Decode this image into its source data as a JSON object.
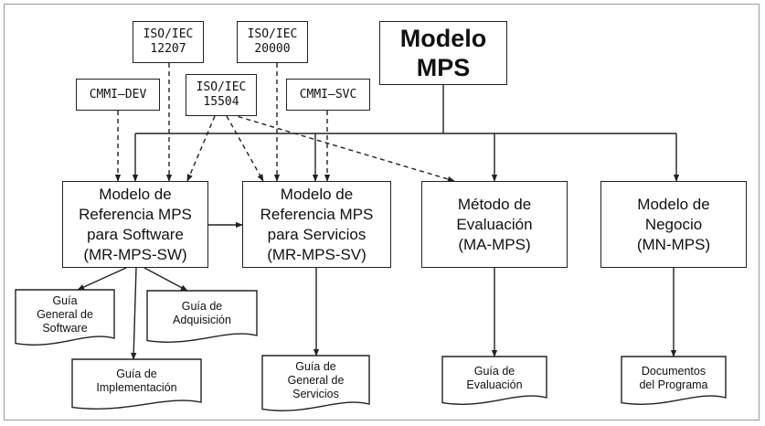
{
  "main": {
    "lines": [
      "Modelo",
      "MPS"
    ]
  },
  "standards": {
    "iso12207": {
      "lines": [
        "ISO/IEC",
        "12207"
      ]
    },
    "iso20000": {
      "lines": [
        "ISO/IEC",
        "20000"
      ]
    },
    "cmmi_dev": {
      "lines": [
        "CMMI–DEV"
      ]
    },
    "iso15504": {
      "lines": [
        "ISO/IEC",
        "15504"
      ]
    },
    "cmmi_svc": {
      "lines": [
        "CMMI–SVC"
      ]
    }
  },
  "models": {
    "mr_sw": {
      "lines": [
        "Modelo de",
        "Referencia MPS",
        "para Software",
        "(MR-MPS-SW)"
      ]
    },
    "mr_sv": {
      "lines": [
        "Modelo de",
        "Referencia MPS",
        "para Servicios",
        "(MR-MPS-SV)"
      ]
    },
    "ma": {
      "lines": [
        "Método de",
        "Evaluación",
        "(MA-MPS)"
      ]
    },
    "mn": {
      "lines": [
        "Modelo de",
        "Negocio",
        "(MN-MPS)"
      ]
    }
  },
  "documents": {
    "guia_general_sw": {
      "lines": [
        "Guía",
        "General de",
        "Software"
      ]
    },
    "guia_adquisicion": {
      "lines": [
        "Guía de",
        "Adquisición"
      ]
    },
    "guia_implementacion": {
      "lines": [
        "Guía de",
        "Implementación"
      ]
    },
    "guia_general_servicios": {
      "lines": [
        "Guía de",
        "General de",
        "Servicios"
      ]
    },
    "guia_evaluacion": {
      "lines": [
        "Guía de",
        "Evaluación"
      ]
    },
    "documentos_programa": {
      "lines": [
        "Documentos",
        "del Programa"
      ]
    }
  }
}
